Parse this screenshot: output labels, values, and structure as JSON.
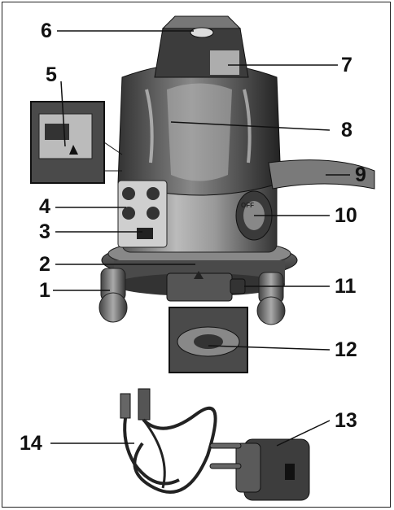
{
  "figure": {
    "title": "",
    "callouts": [
      {
        "id": "callout-1",
        "label": "1"
      },
      {
        "id": "callout-2",
        "label": "2"
      },
      {
        "id": "callout-3",
        "label": "3"
      },
      {
        "id": "callout-4",
        "label": "4"
      },
      {
        "id": "callout-5",
        "label": "5"
      },
      {
        "id": "callout-6",
        "label": "6"
      },
      {
        "id": "callout-7",
        "label": "7"
      },
      {
        "id": "callout-8",
        "label": "8"
      },
      {
        "id": "callout-9",
        "label": "9"
      },
      {
        "id": "callout-10",
        "label": "10"
      },
      {
        "id": "callout-11",
        "label": "11"
      },
      {
        "id": "callout-12",
        "label": "12"
      },
      {
        "id": "callout-13",
        "label": "13"
      },
      {
        "id": "callout-14",
        "label": "14"
      }
    ],
    "switch_label": "OFF"
  }
}
